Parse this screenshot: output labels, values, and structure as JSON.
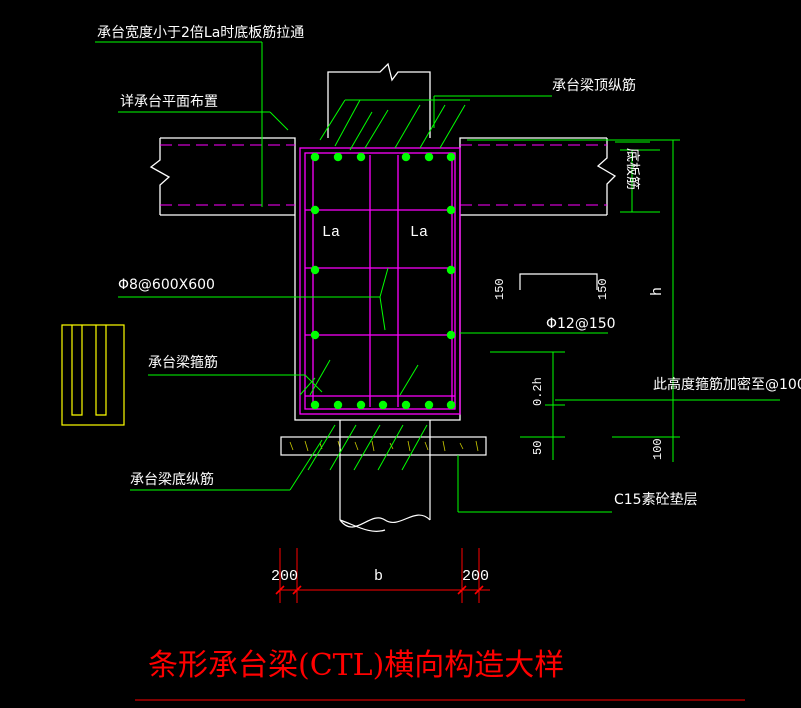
{
  "labels": {
    "width_note": "承台宽度小于2倍La时底板筋拉通",
    "plan_ref": "详承台平面布置",
    "top_bars": "承台梁顶纵筋",
    "tie_bars": "Φ8@600X600",
    "stirrups": "承台梁箍筋",
    "side_bars": "Φ12@150",
    "bottom_bars": "承台梁底纵筋",
    "bottom_plate": "底板筋",
    "densify_note": "此高度箍筋加密至@100",
    "cushion": "C15素砼垫层"
  },
  "dims": {
    "la_left": "La",
    "la_right": "La",
    "hook_left": "150",
    "hook_right": "150",
    "h": "h",
    "zone": "0.2h",
    "fifty": "50",
    "hundred": "100",
    "left_200": "200",
    "b": "b",
    "right_200": "200"
  },
  "title": "条形承台梁(CTL)横向构造大样",
  "colors": {
    "background": "#000000",
    "outline": "#ffffff",
    "rebar": "#ff00ff",
    "bar_dot": "#00ff00",
    "leader": "#00ff00",
    "dim_line": "#ff0000",
    "title": "#ff0000",
    "hatch": "#ffff00"
  }
}
